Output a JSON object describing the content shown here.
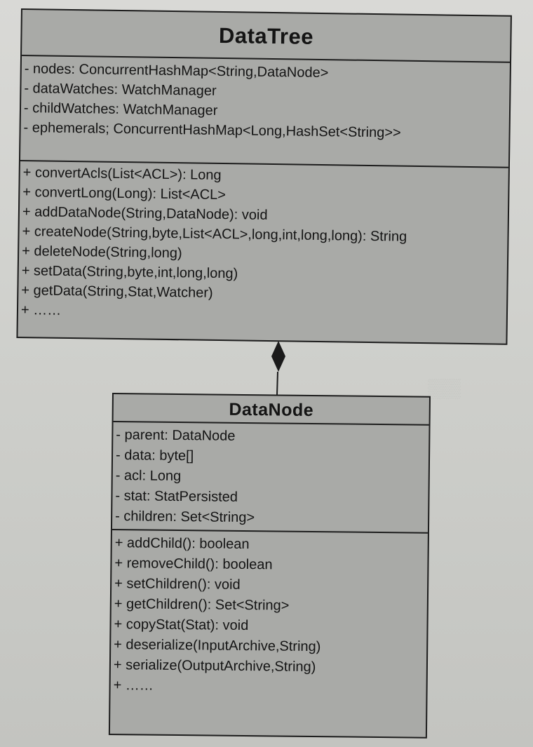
{
  "datatree": {
    "name": "DataTree",
    "attributes": [
      "- nodes: ConcurrentHashMap<String,DataNode>",
      "- dataWatches: WatchManager",
      "- childWatches: WatchManager",
      "- ephemerals; ConcurrentHashMap<Long,HashSet<String>>"
    ],
    "operations": [
      "+ convertAcls(List<ACL>): Long",
      "+ convertLong(Long): List<ACL>",
      "+ addDataNode(String,DataNode): void",
      "+ createNode(String,byte,List<ACL>,long,int,long,long): String",
      "+ deleteNode(String,long)",
      "+ setData(String,byte,int,long,long)",
      "+ getData(String,Stat,Watcher)",
      "+ ……"
    ]
  },
  "datanode": {
    "name": "DataNode",
    "attributes": [
      "- parent: DataNode",
      "- data: byte[]",
      "- acl: Long",
      "- stat: StatPersisted",
      "- children: Set<String>"
    ],
    "operations": [
      "+ addChild(): boolean",
      "+ removeChild(): boolean",
      "+ setChildren(): void",
      "+ getChildren(): Set<String>",
      "+ copyStat(Stat): void",
      "+ deserialize(InputArchive,String)",
      "+ serialize(OutputArchive,String)",
      "+ ……"
    ]
  },
  "colors": {
    "box_fill": "#a9aaa7",
    "border": "#1d1d1d",
    "paper": "#d2d3cf"
  }
}
